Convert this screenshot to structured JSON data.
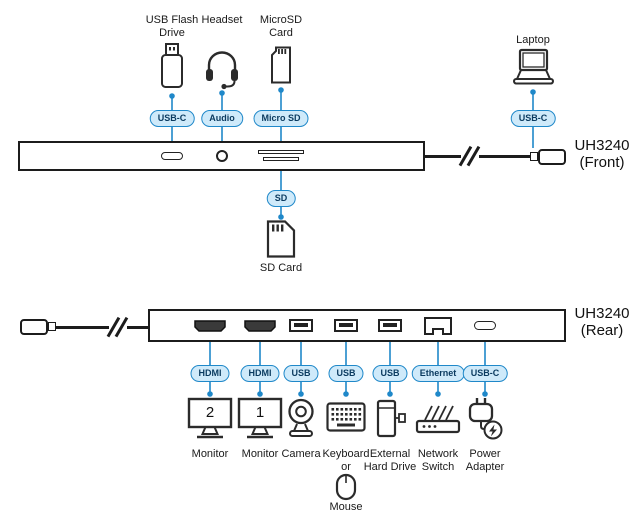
{
  "colors": {
    "accent_blue": "#1f88c9",
    "badge_fill": "#cfeafa",
    "badge_text": "#0a3a5f",
    "outline_dark": "#2b2b2b"
  },
  "front": {
    "model": "UH3240",
    "view": "(Front)",
    "usb_flash": {
      "label_line1": "USB Flash",
      "label_line2": "Drive",
      "badge": "USB-C"
    },
    "headset": {
      "label": "Headset",
      "badge": "Audio"
    },
    "microsd": {
      "label_line1": "MicroSD",
      "label_line2": "Card",
      "badge": "Micro SD"
    },
    "laptop": {
      "label": "Laptop",
      "badge": "USB-C"
    },
    "sd": {
      "badge": "SD",
      "label": "SD Card"
    }
  },
  "rear": {
    "model": "UH3240",
    "view": "(Rear)",
    "connections": [
      {
        "badge": "HDMI",
        "device": "Monitor",
        "monitor_number": "2"
      },
      {
        "badge": "HDMI",
        "device": "Monitor",
        "monitor_number": "1"
      },
      {
        "badge": "USB",
        "device": "Camera"
      },
      {
        "badge": "USB",
        "device_line1": "Keyboard",
        "device_line2": "or",
        "device_line3": "Mouse"
      },
      {
        "badge": "USB",
        "device_line1": "External",
        "device_line2": "Hard Drive"
      },
      {
        "badge": "Ethernet",
        "device_line1": "Network",
        "device_line2": "Switch"
      },
      {
        "badge": "USB-C",
        "device_line1": "Power",
        "device_line2": "Adapter"
      }
    ]
  }
}
